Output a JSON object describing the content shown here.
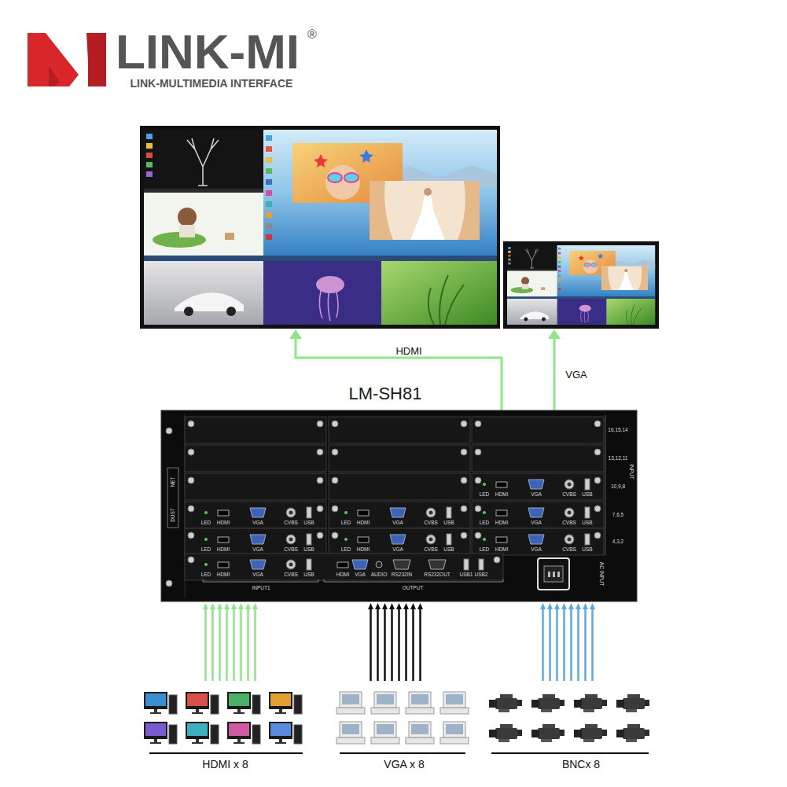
{
  "diagram": {
    "nodes": [
      {
        "text": [
          "LM-SH81"
        ]
      },
      {
        "text": [
          "HDMI x 8"
        ]
      },
      {
        "text": [
          "VGA x 8"
        ]
      },
      {
        "text": [
          "BNCx 8"
        ]
      }
    ],
    "edges": [
      {
        "from": 1,
        "to": 0,
        "arrow": "to"
      },
      {
        "from": 2,
        "to": 0,
        "arrow": "to"
      },
      {
        "from": 3,
        "to": 0,
        "arrow": "to"
      }
    ],
    "labels": [
      "LINK-MI",
      "®",
      "LINK-MULTIMEDIA INTERFACE",
      "HDMI",
      "VGA",
      "16,15,14",
      "13,12,11",
      "10,9,8",
      "7,6,5",
      "4,3,2",
      "INPUT",
      "NET",
      "DUST",
      "LED",
      "HDMI",
      "VGA",
      "CVBS",
      "USB",
      "LED",
      "HDMI",
      "VGA",
      "CVBS",
      "USB",
      "LED",
      "HDMI",
      "VGA",
      "CVBS",
      "USB",
      "LED",
      "HDMI",
      "VGA",
      "CVBS",
      "USB",
      "LED",
      "HDMI",
      "VGA",
      "CVBS",
      "USB",
      "LED",
      "HDMI",
      "VGA",
      "CVBS",
      "USB",
      "LED",
      "HDMI",
      "VGA",
      "CVBS",
      "USB",
      "LED",
      "HDMI",
      "VGA",
      "CVBS",
      "USB",
      "INPUT1",
      "OUTPUT",
      "HDMI",
      "VGA",
      "AUDIO",
      "RS232IN",
      "RS232OUT",
      "USB1",
      "USB2",
      "AC INPUT"
    ]
  }
}
